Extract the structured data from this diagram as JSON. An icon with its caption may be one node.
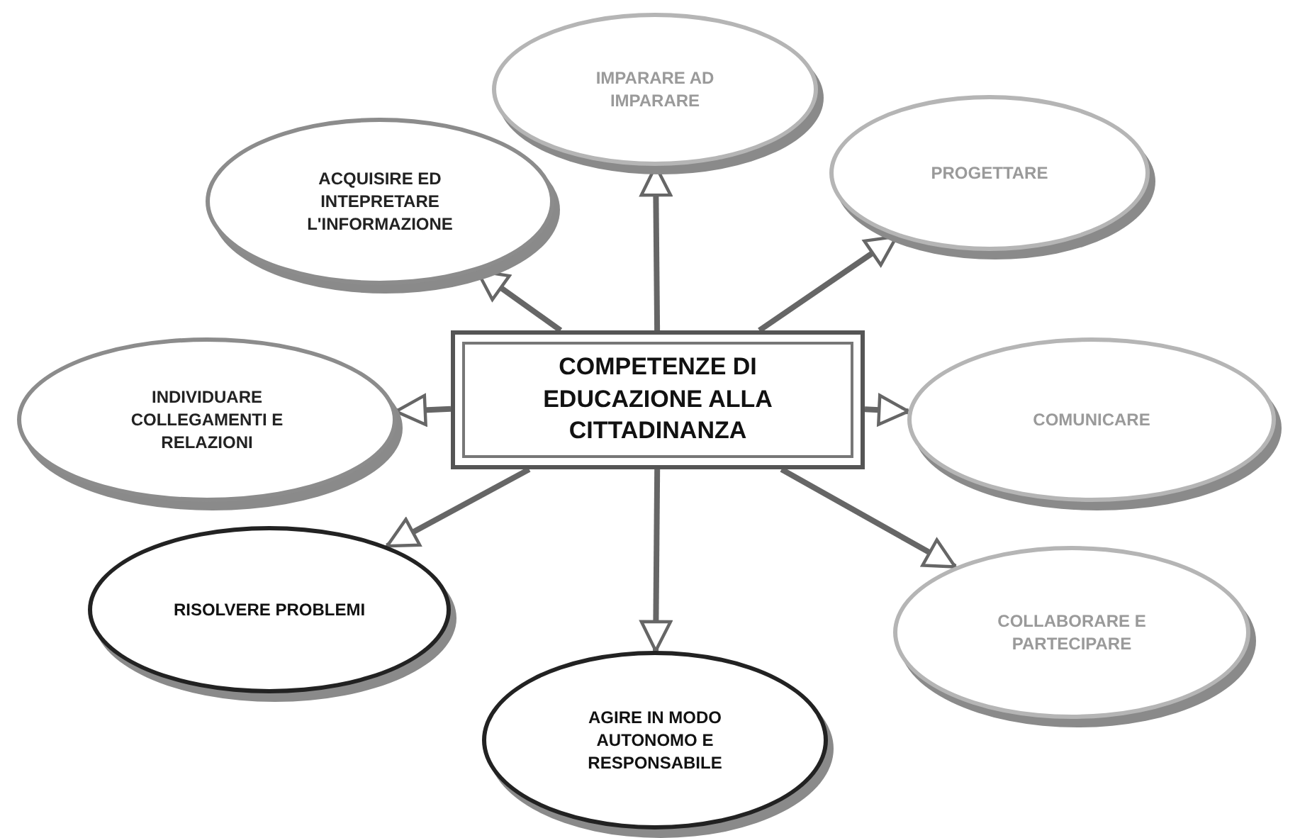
{
  "diagram": {
    "nodes": [
      {
        "text": [
          "COMPETENZE DI EDUCAZIONE ALLA CITTADINANZA"
        ]
      },
      {
        "text": [
          "IMPARARE AD IMPARARE"
        ]
      },
      {
        "text": [
          "ACQUISIRE ED INTEPRETARE L'INFORMAZIONE"
        ]
      },
      {
        "text": [
          "PROGETTARE"
        ]
      },
      {
        "text": [
          "INDIVIDUARE COLLEGAMENTI E RELAZIONI"
        ]
      },
      {
        "text": [
          "COMUNICARE"
        ]
      },
      {
        "text": [
          "RISOLVERE PROBLEMI"
        ]
      },
      {
        "text": [
          "AGIRE IN MODO AUTONOMO E RESPONSABILE"
        ]
      },
      {
        "text": [
          "COLLABORARE E PARTECIPARE"
        ]
      }
    ],
    "edges": [
      {
        "from": 0,
        "to": 1,
        "arrow": "to"
      },
      {
        "from": 0,
        "to": 2,
        "arrow": "to"
      },
      {
        "from": 0,
        "to": 3,
        "arrow": "to"
      },
      {
        "from": 0,
        "to": 4,
        "arrow": "to"
      },
      {
        "from": 0,
        "to": 5,
        "arrow": "to"
      },
      {
        "from": 0,
        "to": 6,
        "arrow": "to"
      },
      {
        "from": 0,
        "to": 7,
        "arrow": "to"
      },
      {
        "from": 0,
        "to": 8,
        "arrow": "to"
      }
    ]
  }
}
